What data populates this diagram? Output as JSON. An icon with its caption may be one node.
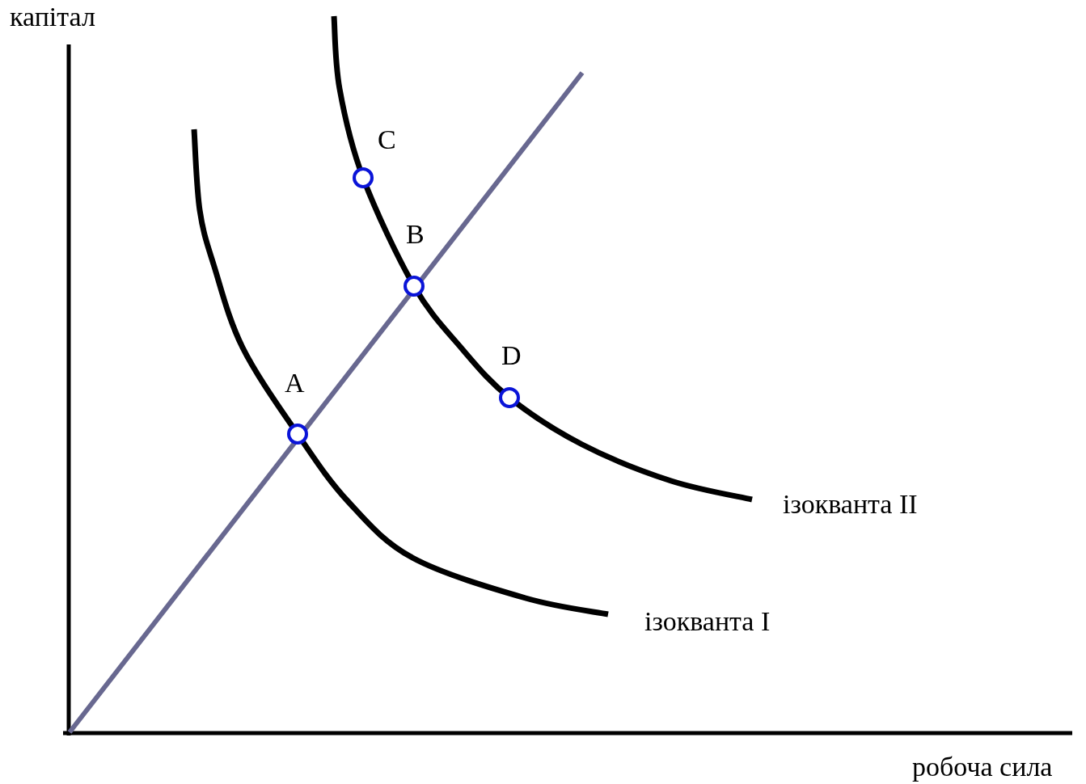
{
  "diagram": {
    "labels": [
      "капітал",
      "C",
      "B",
      "D",
      "A",
      "ізокванта II",
      "ізокванта I",
      "робоча сила"
    ]
  }
}
